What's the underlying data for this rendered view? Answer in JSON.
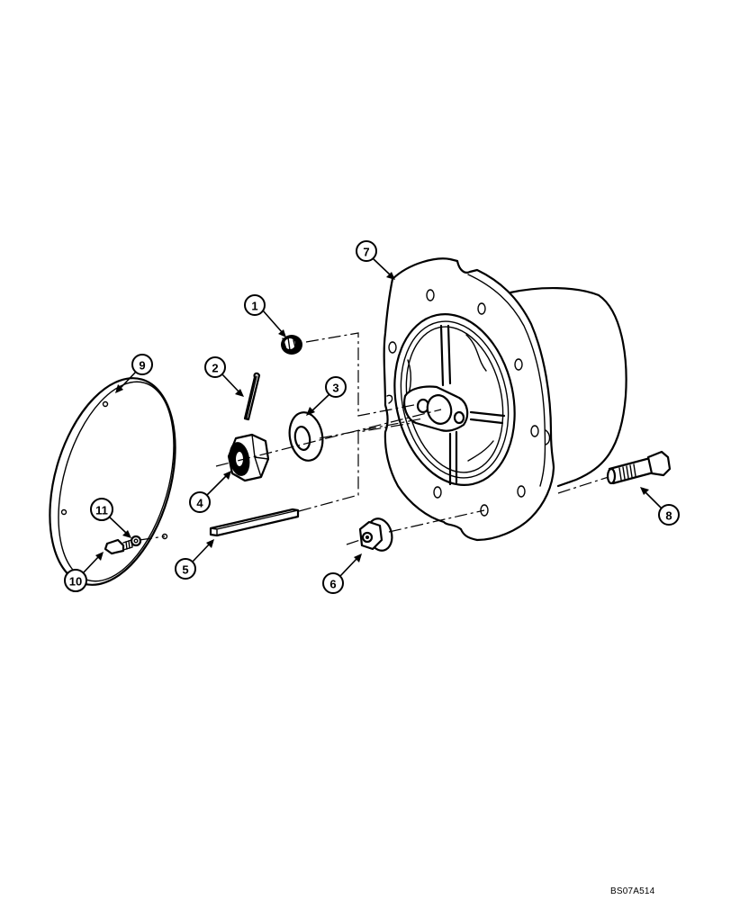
{
  "diagram": {
    "type": "exploded-parts-view",
    "reference_code": "BS07A514",
    "callouts": [
      {
        "id": "1",
        "label": "1",
        "part": "plug"
      },
      {
        "id": "2",
        "label": "2",
        "part": "cotter-pin"
      },
      {
        "id": "3",
        "label": "3",
        "part": "washer"
      },
      {
        "id": "4",
        "label": "4",
        "part": "castle-nut"
      },
      {
        "id": "5",
        "label": "5",
        "part": "key"
      },
      {
        "id": "6",
        "label": "6",
        "part": "flange-nut"
      },
      {
        "id": "7",
        "label": "7",
        "part": "housing"
      },
      {
        "id": "8",
        "label": "8",
        "part": "bolt"
      },
      {
        "id": "9",
        "label": "9",
        "part": "cover"
      },
      {
        "id": "10",
        "label": "10",
        "part": "screw"
      },
      {
        "id": "11",
        "label": "11",
        "part": "lock-washer"
      }
    ]
  }
}
